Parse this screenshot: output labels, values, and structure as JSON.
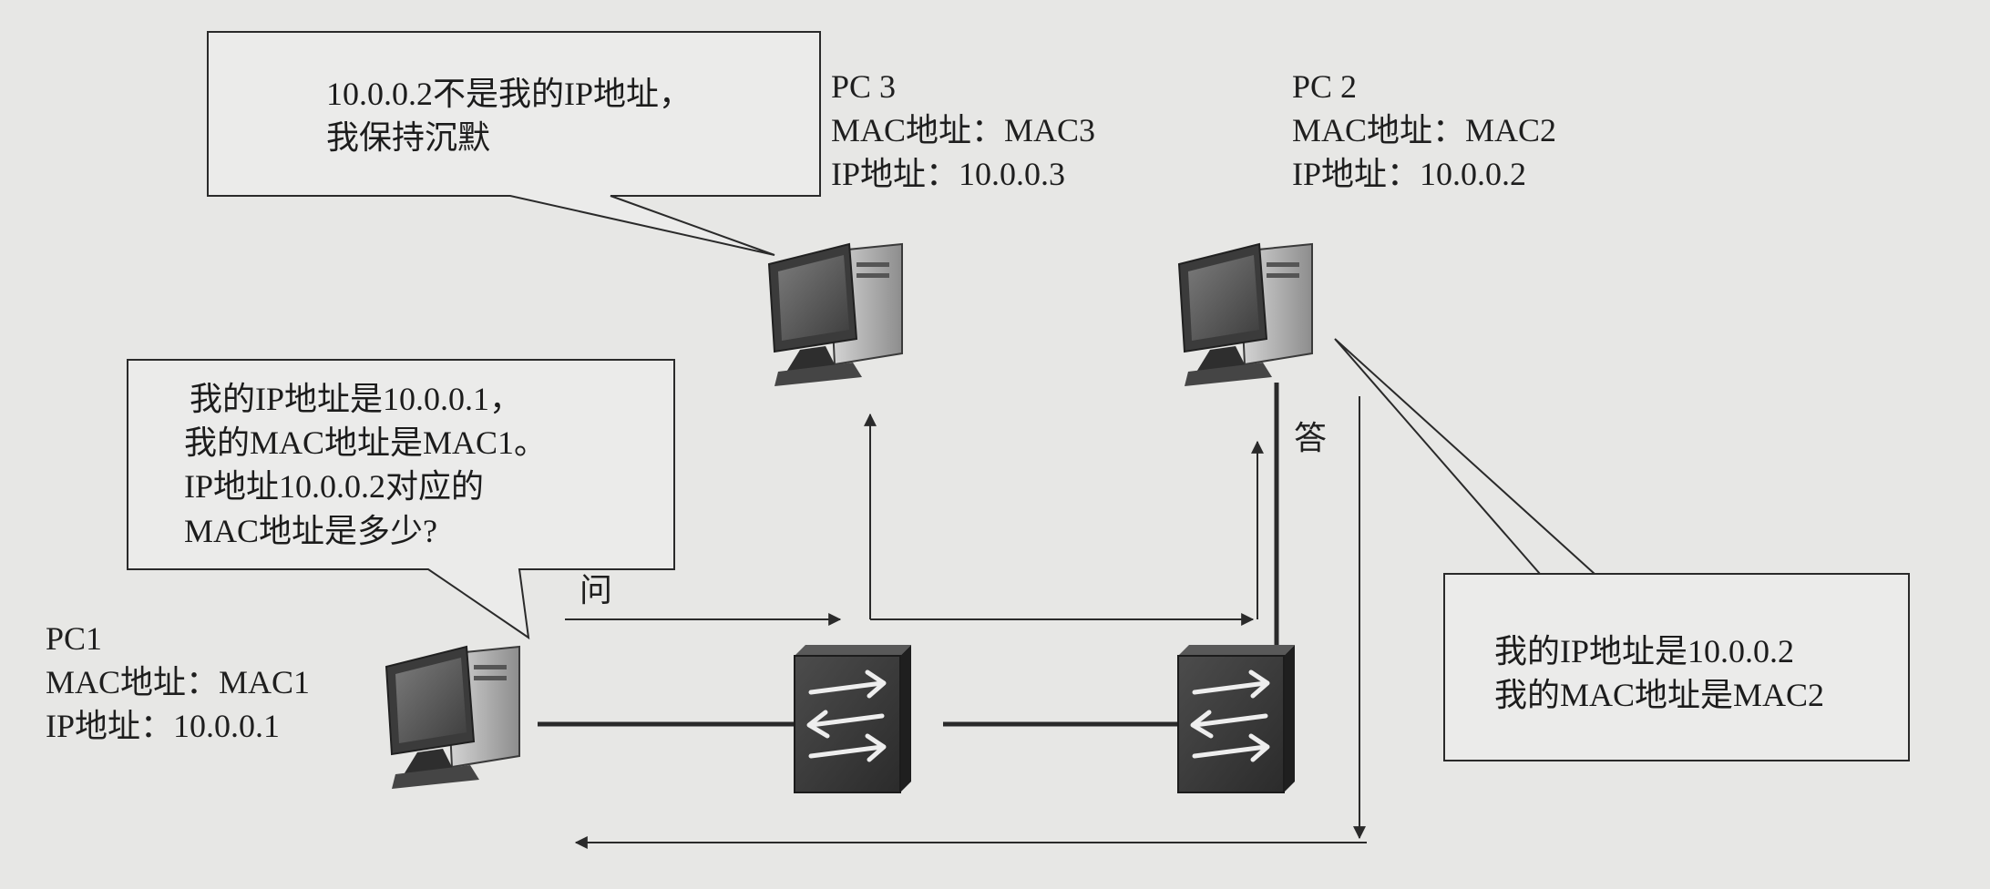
{
  "pc1": {
    "name": "PC1",
    "mac_line": "MAC地址：MAC1",
    "ip_line": "IP地址：10.0.0.1"
  },
  "pc2": {
    "name": "PC 2",
    "mac_line": "MAC地址：MAC2",
    "ip_line": "IP地址：10.0.0.2"
  },
  "pc3": {
    "name": "PC 3",
    "mac_line": "MAC地址：MAC3",
    "ip_line": "IP地址：10.0.0.3"
  },
  "callouts": {
    "pc3_line1": "10.0.0.2不是我的IP地址，",
    "pc3_line2": "我保持沉默",
    "pc1_line1": "我的IP地址是10.0.0.1，",
    "pc1_line2": "我的MAC地址是MAC1。",
    "pc1_line3": "IP地址10.0.0.2对应的",
    "pc1_line4": "MAC地址是多少?",
    "pc2_line1": "我的IP地址是10.0.0.2",
    "pc2_line2": "我的MAC地址是MAC2"
  },
  "labels": {
    "ask": "问",
    "answer": "答"
  },
  "colors": {
    "background": "#e7e7e5",
    "device_dark": "#3a3a3a",
    "line": "#2a2a2a"
  },
  "icons": [
    "computer-icon",
    "switch-icon"
  ]
}
